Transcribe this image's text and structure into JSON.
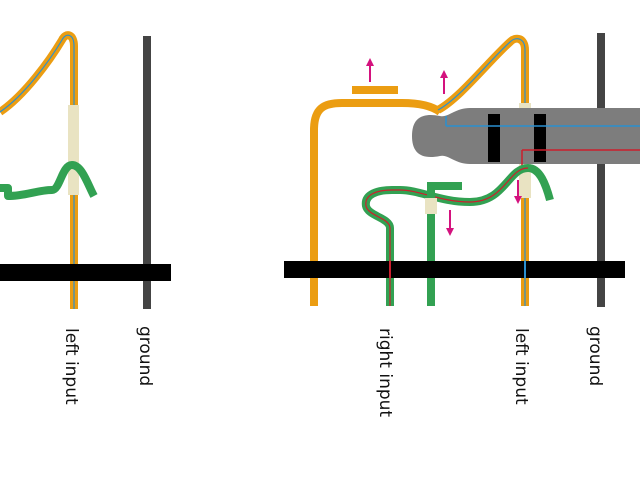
{
  "labels": {
    "left_panel_left_input": "left input",
    "left_panel_ground": "ground",
    "right_panel_right_input": "right input",
    "right_panel_left_input": "left input",
    "right_panel_ground": "ground"
  },
  "colors": {
    "orange_contact": "#eb9d12",
    "green_contact": "#32a152",
    "ground_post": "#444444",
    "pcb_bar": "#000000",
    "plug_body": "#7d7d7d",
    "plug_rings": "#000000",
    "signal_blue": "#2a90d0",
    "signal_red": "#cc1f2d",
    "arrow_magenta": "#d4127e",
    "plastic_gap": "#e9e3c2"
  },
  "icons": [
    "up-arrow-icon",
    "down-arrow-icon"
  ]
}
